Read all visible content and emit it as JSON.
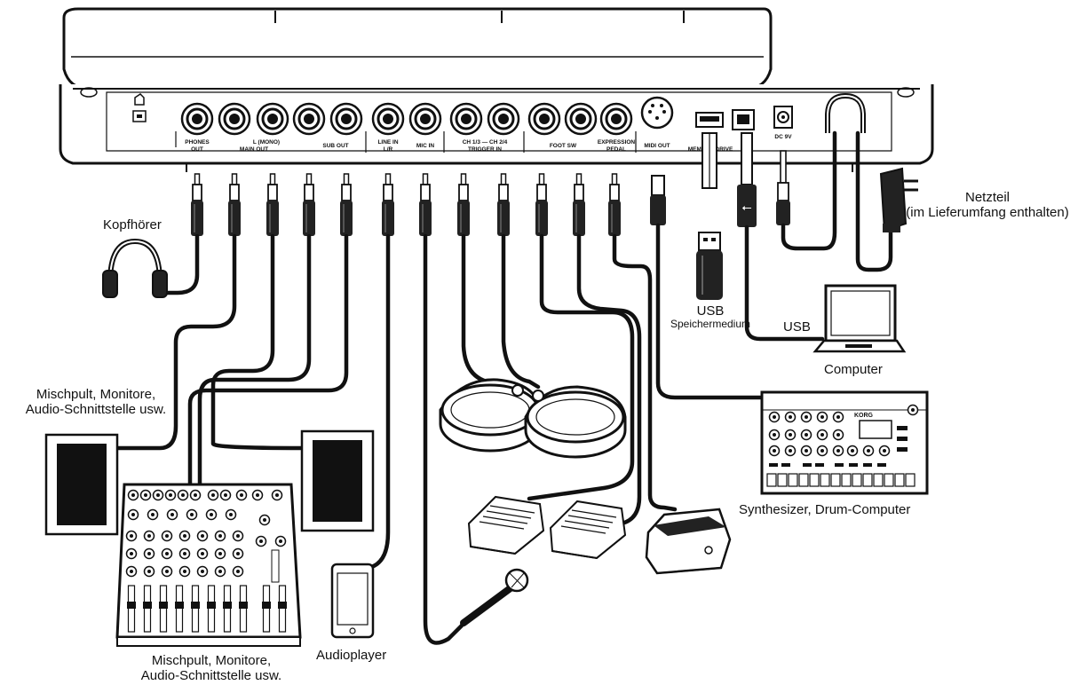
{
  "device": {
    "jack_labels": {
      "phones": [
        "PHONES",
        "OUT"
      ],
      "main_out": [
        "L (MONO)",
        "MAIN OUT"
      ],
      "sub_out": "SUB OUT",
      "line_in": [
        "LINE IN",
        "L/R"
      ],
      "mic_in": "MIC IN",
      "trigger_in": [
        "CH 1/3 — CH 2/4",
        "TRIGGER IN"
      ],
      "foot_sw": "FOOT SW",
      "expression": [
        "EXPRESSION",
        "PEDAL"
      ],
      "midi_out": "MIDI OUT",
      "usb_memory": "MEMORY DRIVE",
      "dc_in": "DC 9V"
    },
    "synth_brand": "KORG"
  },
  "labels": {
    "netzteil": "Netzteil",
    "netzteil_sub": "(im Lieferumfang enthalten)",
    "kopfhoerer": "Kopfhörer",
    "usb_drive": "USB",
    "usb_drive_sub": "Speichermedium",
    "usb_cable": "USB",
    "computer": "Computer",
    "mixer_top_line1": "Mischpult, Monitore,",
    "mixer_top_line2": "Audio-Schnittstelle usw.",
    "synth": "Synthesizer, Drum-Computer",
    "mixer_bottom_line1": "Mischpult, Monitore,",
    "mixer_bottom_line2": "Audio-Schnittstelle usw.",
    "audioplayer": "Audioplayer"
  }
}
